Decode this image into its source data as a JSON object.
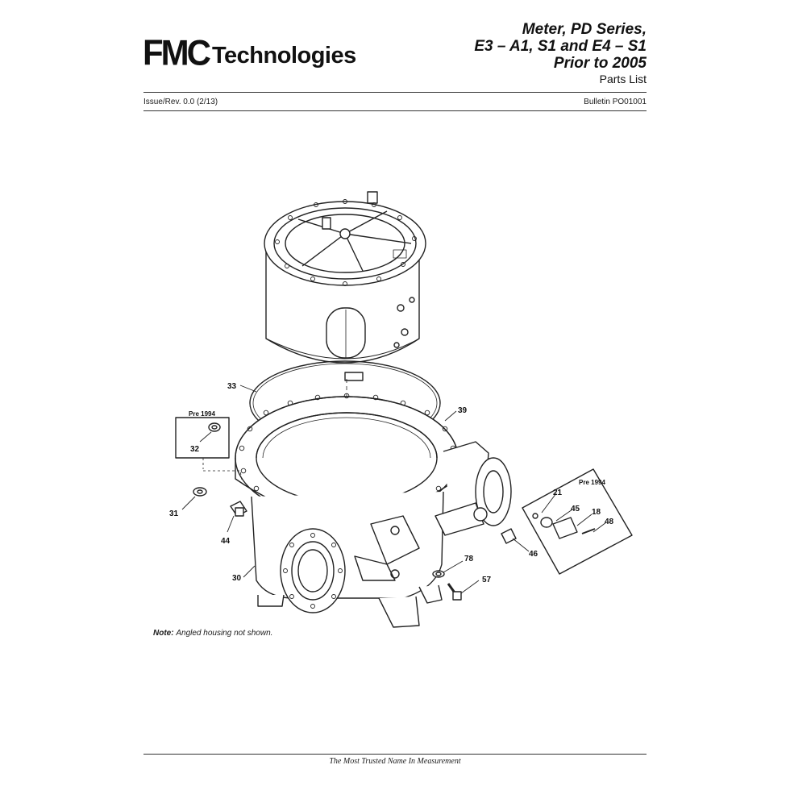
{
  "header": {
    "logo_mark": "FMC",
    "logo_word": "Technologies",
    "title_lines": [
      "Meter, PD Series,",
      "E3 – A1, S1 and E4 – S1",
      "Prior to 2005"
    ],
    "subtitle": "Parts List",
    "issue": "Issue/Rev. 0.0 (2/13)",
    "bulletin": "Bulletin PO01001"
  },
  "drawing": {
    "callouts": [
      "33",
      "39",
      "32",
      "31",
      "44",
      "30",
      "21",
      "45",
      "18",
      "48",
      "46",
      "78",
      "57"
    ],
    "inset_labels": [
      "Pre 1994",
      "Pre 1994"
    ]
  },
  "note": {
    "label": "Note:",
    "text": "Angled housing not shown."
  },
  "footer": {
    "tagline": "The Most Trusted Name In Measurement"
  }
}
